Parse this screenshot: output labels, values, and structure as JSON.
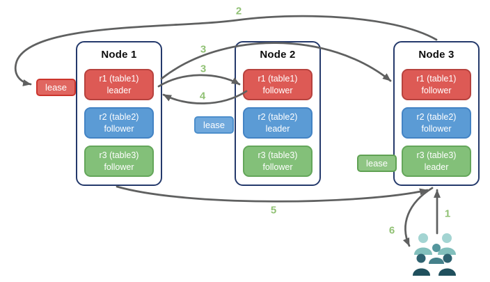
{
  "nodes": [
    {
      "title": "Node 1",
      "replicas": [
        {
          "name": "r1 (table1)",
          "role": "leader",
          "color": "red"
        },
        {
          "name": "r2 (table2)",
          "role": "follower",
          "color": "blue"
        },
        {
          "name": "r3 (table3)",
          "role": "follower",
          "color": "green"
        }
      ]
    },
    {
      "title": "Node 2",
      "replicas": [
        {
          "name": "r1 (table1)",
          "role": "follower",
          "color": "red"
        },
        {
          "name": "r2 (table2)",
          "role": "leader",
          "color": "blue"
        },
        {
          "name": "r3 (table3)",
          "role": "follower",
          "color": "green"
        }
      ]
    },
    {
      "title": "Node 3",
      "replicas": [
        {
          "name": "r1 (table1)",
          "role": "follower",
          "color": "red"
        },
        {
          "name": "r2 (table2)",
          "role": "follower",
          "color": "blue"
        },
        {
          "name": "r3 (table3)",
          "role": "leader",
          "color": "green"
        }
      ]
    }
  ],
  "leases": [
    {
      "label": "lease",
      "color": "#e06660"
    },
    {
      "label": "lease",
      "color": "#6fa8dc"
    },
    {
      "label": "lease",
      "color": "#8fc584"
    }
  ],
  "steps": [
    "2",
    "3",
    "3",
    "4",
    "5",
    "1",
    "6"
  ],
  "icons": {
    "users_group": "users-group-icon"
  },
  "colors": {
    "replica_red": "#dd5a55",
    "replica_blue": "#5b9bd5",
    "replica_green": "#83c079",
    "node_border": "#24396b",
    "arrow": "#5f6060",
    "step_label": "#90c174"
  }
}
